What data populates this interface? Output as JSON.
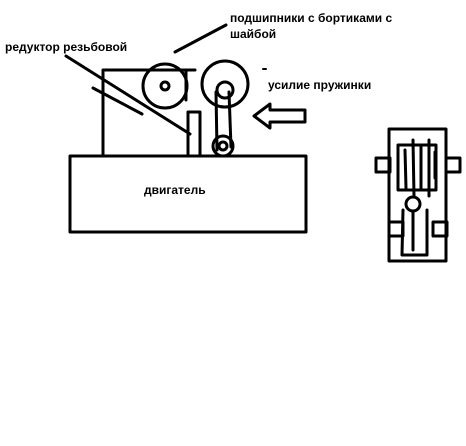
{
  "labels": {
    "bearings_line1": "подшипники с бортиками с",
    "bearings_line2": "шайбой",
    "reducer": "редуктор резьбовой",
    "spring_force": "усилие пружинки",
    "motor": "двигатель"
  },
  "colors": {
    "stroke": "#000000",
    "background": "#ffffff"
  },
  "icons": {
    "force_arrow": "left-arrow-icon"
  }
}
